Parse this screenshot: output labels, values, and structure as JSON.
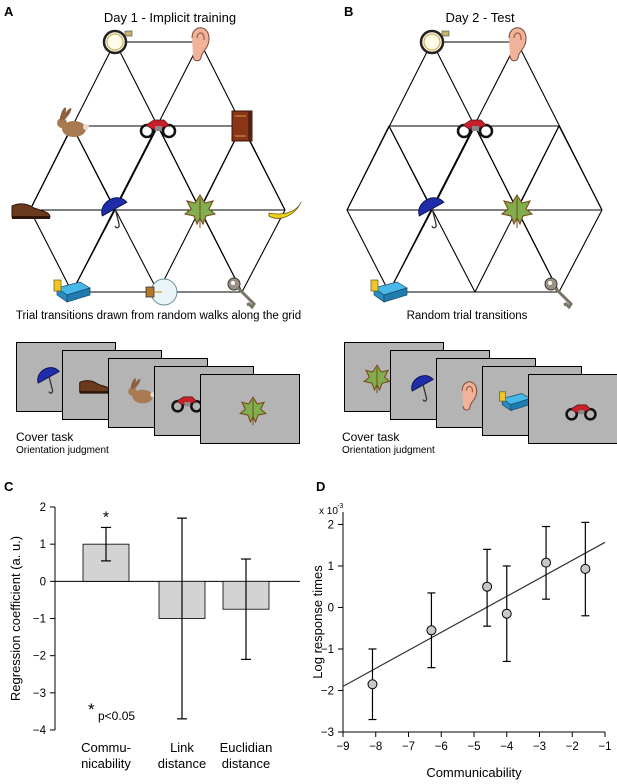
{
  "panels": {
    "A": {
      "letter": "A",
      "title": "Day 1 - Implicit training",
      "caption": "Trial transitions drawn from random walks along the grid",
      "cover_task": "Cover task",
      "cover_sub": "Orientation judgment",
      "grid_items": [
        "magnifier-icon",
        "ear-icon",
        "rabbit-icon",
        "motorcycle-icon",
        "book-icon",
        "shoe-icon",
        "umbrella-icon",
        "leaf-icon",
        "banana-icon",
        "bed-icon",
        "lightbulb-icon",
        "key-icon"
      ],
      "card_items": [
        "umbrella-icon",
        "shoe-icon",
        "rabbit-icon",
        "motorcycle-icon",
        "leaf-icon"
      ]
    },
    "B": {
      "letter": "B",
      "title": "Day 2 - Test",
      "caption": "Random trial transitions",
      "cover_task": "Cover task",
      "cover_sub": "Orientation judgment",
      "grid_items": [
        "magnifier-icon",
        "ear-icon",
        "motorcycle-icon",
        "umbrella-icon",
        "leaf-icon",
        "bed-icon",
        "key-icon"
      ],
      "card_items": [
        "leaf-icon",
        "umbrella-icon",
        "ear-icon",
        "bed-icon",
        "motorcycle-icon"
      ]
    },
    "C": {
      "letter": "C"
    },
    "D": {
      "letter": "D"
    }
  },
  "chart_data": [
    {
      "type": "bar",
      "categories": [
        [
          "Commu-",
          "nicability"
        ],
        [
          "Link",
          "distance"
        ],
        [
          "Euclidian",
          "distance"
        ]
      ],
      "values": [
        1.0,
        -1.0,
        -0.75
      ],
      "error_low": [
        0.55,
        -3.7,
        -2.1
      ],
      "error_high": [
        1.45,
        1.7,
        0.6
      ],
      "significance": [
        "*",
        "",
        ""
      ],
      "ylabel": "Regression coefficient (a. u.)",
      "ylim": [
        -4,
        2
      ],
      "yticks": [
        2,
        1,
        0,
        -1,
        -2,
        -3,
        -4
      ],
      "footnote_star": "*",
      "footnote": "p<0.05",
      "bar_color": "#d3d3d3"
    },
    {
      "type": "scatter",
      "x": [
        -8.1,
        -6.3,
        -4.6,
        -4.0,
        -2.8,
        -1.6
      ],
      "y": [
        -1.85,
        -0.55,
        0.5,
        -0.15,
        1.08,
        0.93
      ],
      "y_low": [
        -2.7,
        -1.45,
        -0.45,
        -1.3,
        0.2,
        -0.2
      ],
      "y_high": [
        -1.0,
        0.35,
        1.4,
        1.0,
        1.95,
        2.05
      ],
      "fit_line": {
        "x": [
          -9,
          -1
        ],
        "y": [
          -1.9,
          1.57
        ]
      },
      "xlabel": "Communicability",
      "ylabel": "Log response times",
      "y_scale_note": "x 10",
      "y_scale_exp": "-3",
      "xlim": [
        -9,
        -1
      ],
      "ylim": [
        -3,
        2.3
      ],
      "xticks": [
        -9,
        -8,
        -7,
        -6,
        -5,
        -4,
        -3,
        -2,
        -1
      ],
      "yticks": [
        2,
        1,
        0,
        -1,
        -2,
        -3
      ],
      "point_color": "#c8c8c8"
    }
  ]
}
